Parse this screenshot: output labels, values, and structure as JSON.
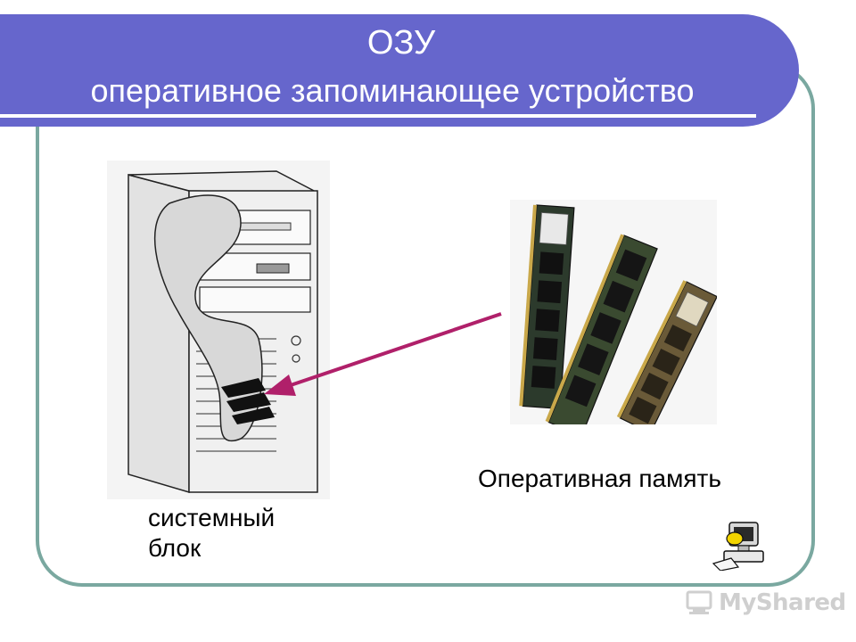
{
  "slide": {
    "title": "ОЗУ",
    "subtitle": "оперативное запоминающее устройство"
  },
  "labels": {
    "ram": "Оперативная память",
    "system_unit_line1": "системный",
    "system_unit_line2": "блок"
  },
  "watermark": {
    "text": "MyShared"
  },
  "colors": {
    "banner": "#6666cc",
    "frame": "#7aa8a0",
    "arrow": "#b0206a",
    "title_text": "#ffffff"
  },
  "icons": [
    "pc-tower-illustration",
    "ram-modules-illustration",
    "pointer-arrow",
    "computer-clipart-icon",
    "myshared-logo-icon"
  ]
}
